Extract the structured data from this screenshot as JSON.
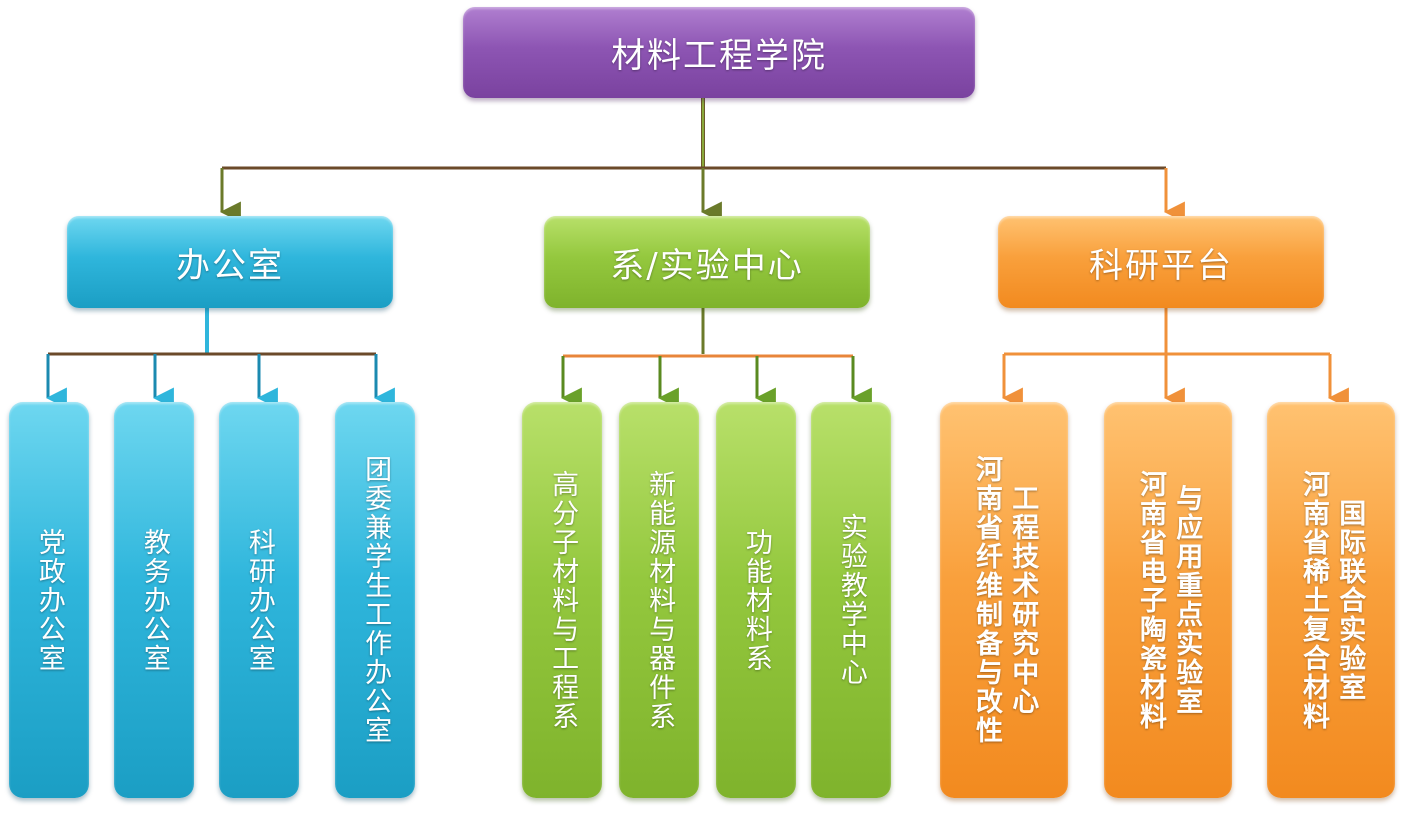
{
  "root": {
    "label": "材料工程学院",
    "color": "#8d55b3"
  },
  "branches": [
    {
      "label": "办公室",
      "color": "#2fb6dc",
      "children": [
        "党政办公室",
        "教务办公室",
        "科研办公室",
        "团委兼学生工作办公室"
      ]
    },
    {
      "label": "系/实验中心",
      "color": "#94c83e",
      "children": [
        "高分子材料与工程系",
        "新能源材料与器件系",
        "功能材料系",
        "实验教学中心"
      ]
    },
    {
      "label": "科研平台",
      "color": "#f9a03c",
      "children": [
        [
          "河南省纤维制备与改性",
          "工程技术研究中心"
        ],
        [
          "河南省电子陶瓷材料",
          "与应用重点实验室"
        ],
        [
          "河南省稀土复合材料",
          "国际联合实验室"
        ]
      ]
    }
  ],
  "connector_colors": {
    "root": "#6b5a2a",
    "office": "#6b5a2a",
    "dept": "#6b5a2a",
    "platform": "#e8853a",
    "accent": "#2fb6dc"
  }
}
